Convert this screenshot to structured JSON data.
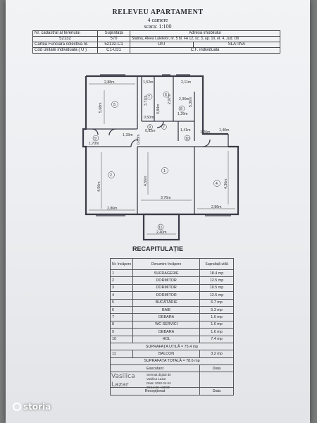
{
  "header": {
    "title": "RELEVEU APARTAMENT",
    "rooms": "4 camere",
    "scale": "scara: 1:100"
  },
  "info_table": {
    "r1": {
      "a": "Nr. cadastral al terenului",
      "b": "Suprafața",
      "c": "Adresa imobilului"
    },
    "r2": {
      "a": "52132",
      "b": "570",
      "c": "Slatina, Aleea Lalelelor, nr. 5 bl. FA 12, sc. 3, ap. 10, et. 4, Jud. Olt"
    },
    "r3": {
      "a": "Cartea Funciară colectivă nr.",
      "b": "52132-C1",
      "c": "UAT",
      "d": "SLATINA"
    },
    "r4": {
      "a": "Cod unitate individuală ( U )",
      "b": "C1-U31",
      "c": "C.F. individuală"
    }
  },
  "plan_labels": {
    "d1": "2,88m",
    "d2": "1,52m",
    "d3": "2,11m",
    "d4": "5,68m",
    "d5": "3,71m",
    "d6": "2,97m",
    "d7": "2,36m",
    "d8": "5,36m",
    "d9": "0,84m",
    "d10": "0,50m",
    "d11": "1,33m",
    "d12": "1,26m",
    "d13": "1,70m",
    "d14": "0,83m",
    "d15": "0,92m",
    "d16": "1,41m",
    "d17": "1,26m",
    "d18": "1,40m",
    "d19": "4,56m",
    "d20": "4,56m",
    "d21": "4,36m",
    "d22": "3,76m",
    "d23": "2,86m",
    "d24": "2,86m",
    "d25": "2,40m",
    "n1": "1",
    "n2": "2",
    "n3": "3",
    "n4": "4",
    "n5": "5",
    "n6": "6",
    "n7": "7",
    "n8": "8",
    "n9": "9",
    "n10": "10",
    "n11": "11"
  },
  "recap": {
    "title": "RECAPITULAȚIE",
    "col_nr": "Nr. încăpere",
    "col_den": "Denumire încăpere",
    "col_sup": "Suprafață utilă",
    "rows": [
      {
        "nr": "1",
        "den": "SUFRAGERIE",
        "sup": "18.4 mp"
      },
      {
        "nr": "2",
        "den": "DORMITOR",
        "sup": "12.5 mp"
      },
      {
        "nr": "3",
        "den": "DORMITOR",
        "sup": "10.5 mp"
      },
      {
        "nr": "4",
        "den": "DORMITOR",
        "sup": "12.5 mp"
      },
      {
        "nr": "5",
        "den": "BUCĂTĂRIE",
        "sup": "6.7 mp"
      },
      {
        "nr": "6",
        "den": "BAIE",
        "sup": "5.3 mp"
      },
      {
        "nr": "7",
        "den": "DEBARA",
        "sup": "1.6 mp"
      },
      {
        "nr": "8",
        "den": "WC SERVICI",
        "sup": "1.6 mp"
      },
      {
        "nr": "9",
        "den": "DEBARA",
        "sup": "1.6 mp"
      },
      {
        "nr": "10",
        "den": "HOL",
        "sup": "7.4 mp"
      }
    ],
    "util_total": "SUPRAFAȚA UTILĂ = 75.4 mp",
    "balcon": {
      "nr": "11",
      "den": "BALCON",
      "sup": "3.2 mp"
    },
    "total": "SUPRAFAȚA TOTALĂ = 78.6 mp",
    "executant": "Executant",
    "data_label": "Data",
    "receptionat": "Recepționat"
  },
  "signature": {
    "name1": "Vasilica",
    "name2": "Lazar",
    "d1": "Semnat digital de",
    "d2": "Vasilica Lazar",
    "d3": "Data: 2020.04.04",
    "d4": "09:14:36 +03'00'"
  },
  "watermark": "storia"
}
